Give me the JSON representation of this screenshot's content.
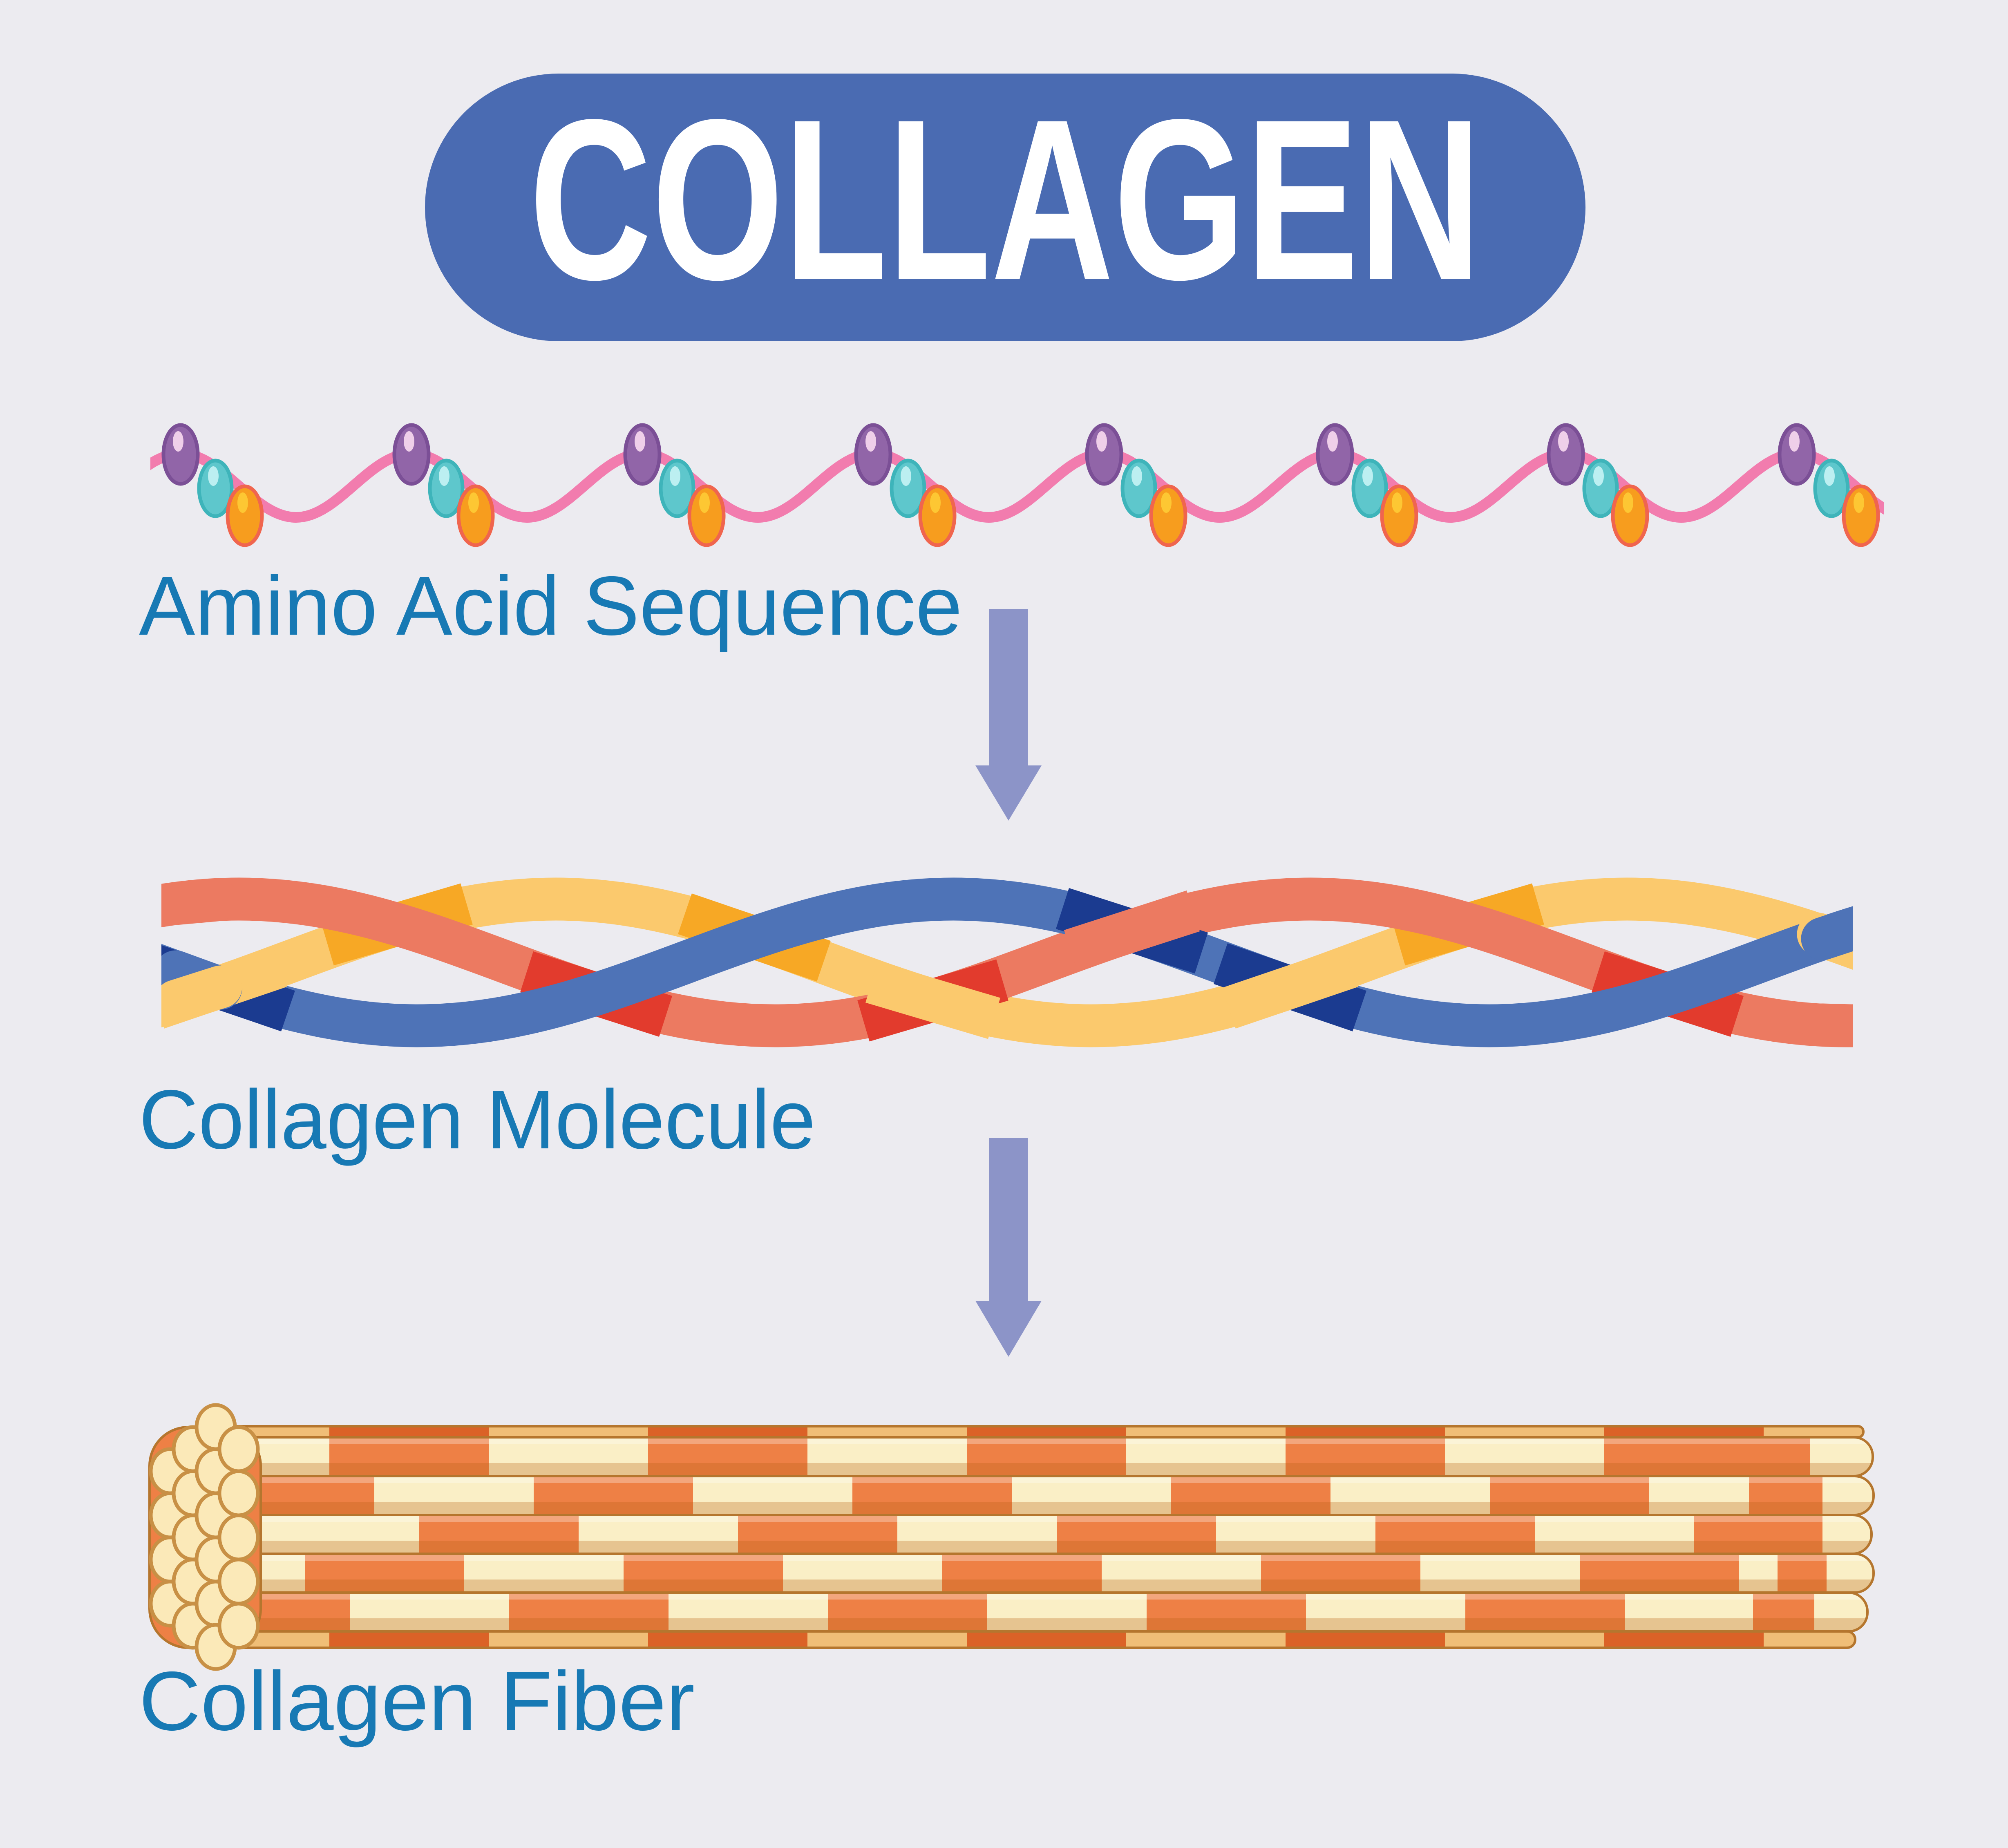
{
  "title": {
    "text": "COLLAGEN"
  },
  "stages": [
    {
      "id": "amino-acid-sequence",
      "label": "Amino Acid Sequence"
    },
    {
      "id": "collagen-molecule",
      "label": "Collagen Molecule"
    },
    {
      "id": "collagen-fiber",
      "label": "Collagen Fiber"
    }
  ],
  "icons": [
    "arrow-down-icon",
    "bead-chain-icon",
    "triple-helix-icon",
    "fiber-bundle-icon"
  ],
  "palette": {
    "background": "#ECEBF0",
    "banner_blue": "#4A6BB2",
    "label_blue": "#1779B4",
    "chain_pink": "#F27CAE",
    "bead_purple": "#9165A8",
    "bead_teal": "#5EC7CC",
    "bead_orange": "#F79D1E",
    "arrow_lavender": "#8C94C8",
    "strand_salmon": "#EC7A61",
    "strand_blue": "#4E73B7",
    "strand_yellow": "#FBC96D",
    "strand_navy_shadow": "#1B3B90",
    "strand_red_shadow": "#E23B2D",
    "strand_amber_shadow": "#F7A825",
    "fiber_orange": "#EE8045",
    "fiber_orange_dark": "#DB6227",
    "fiber_cream": "#FAEFC6",
    "fiber_tan": "#F0BE77",
    "fiber_outline": "#B5762E",
    "fiber_cap_fill": "#FBE9B8",
    "fiber_cap_stroke": "#C89045"
  }
}
